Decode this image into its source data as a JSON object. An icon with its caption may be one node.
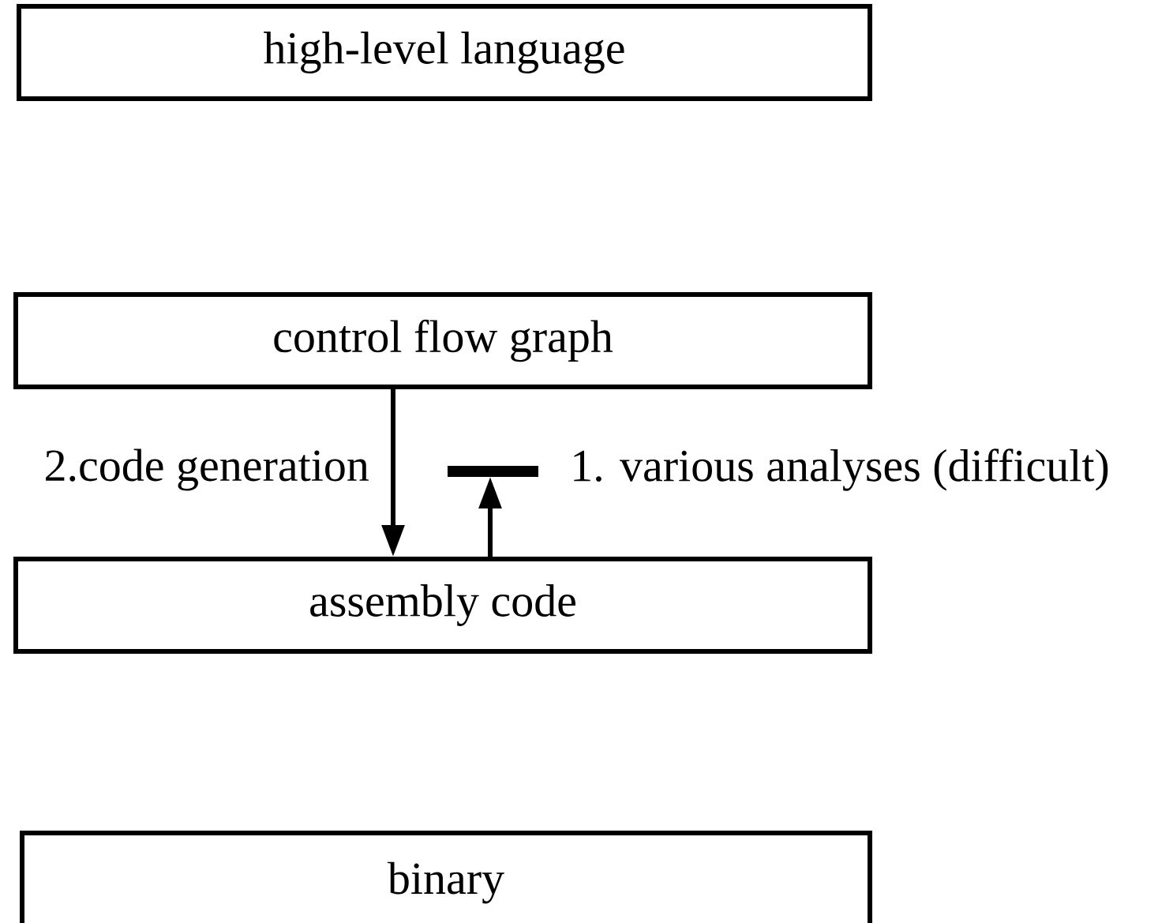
{
  "diagram": {
    "nodes": [
      {
        "text": [
          "high-level language"
        ]
      },
      {
        "text": [
          "control flow graph"
        ]
      },
      {
        "text": [
          "assembly code"
        ]
      },
      {
        "text": [
          "binary"
        ]
      }
    ],
    "edges": [
      {
        "from": 1,
        "to": 2,
        "arrow": "to",
        "label": "2.code generation"
      },
      {
        "from": 2,
        "to": null,
        "arrow": "to",
        "label": "1. various analyses (difficult)"
      }
    ]
  }
}
